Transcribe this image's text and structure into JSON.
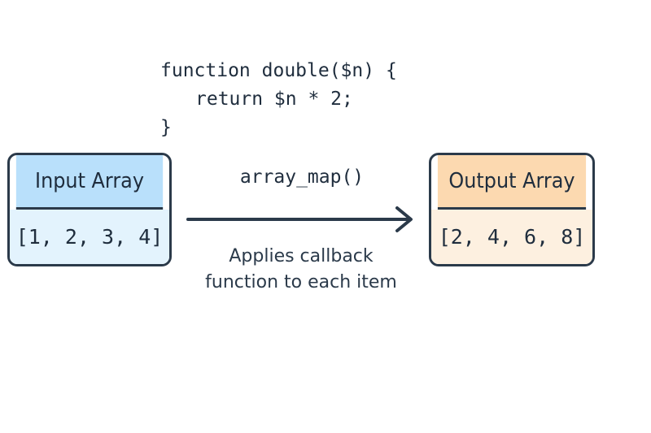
{
  "code": {
    "line1": "function double($n) {",
    "line2": "return $n * 2;",
    "line3": "}"
  },
  "input": {
    "title": "Input Array",
    "value": "[1, 2, 3, 4]",
    "header_color": "#b9e0fb",
    "body_color": "#e3f3fd"
  },
  "output": {
    "title": "Output Array",
    "value": "[2, 4, 6, 8]",
    "header_color": "#fcd9b0",
    "body_color": "#fdf0e0"
  },
  "function_label": "array_map()",
  "description": {
    "line1": "Applies callback",
    "line2": "function to each item"
  }
}
